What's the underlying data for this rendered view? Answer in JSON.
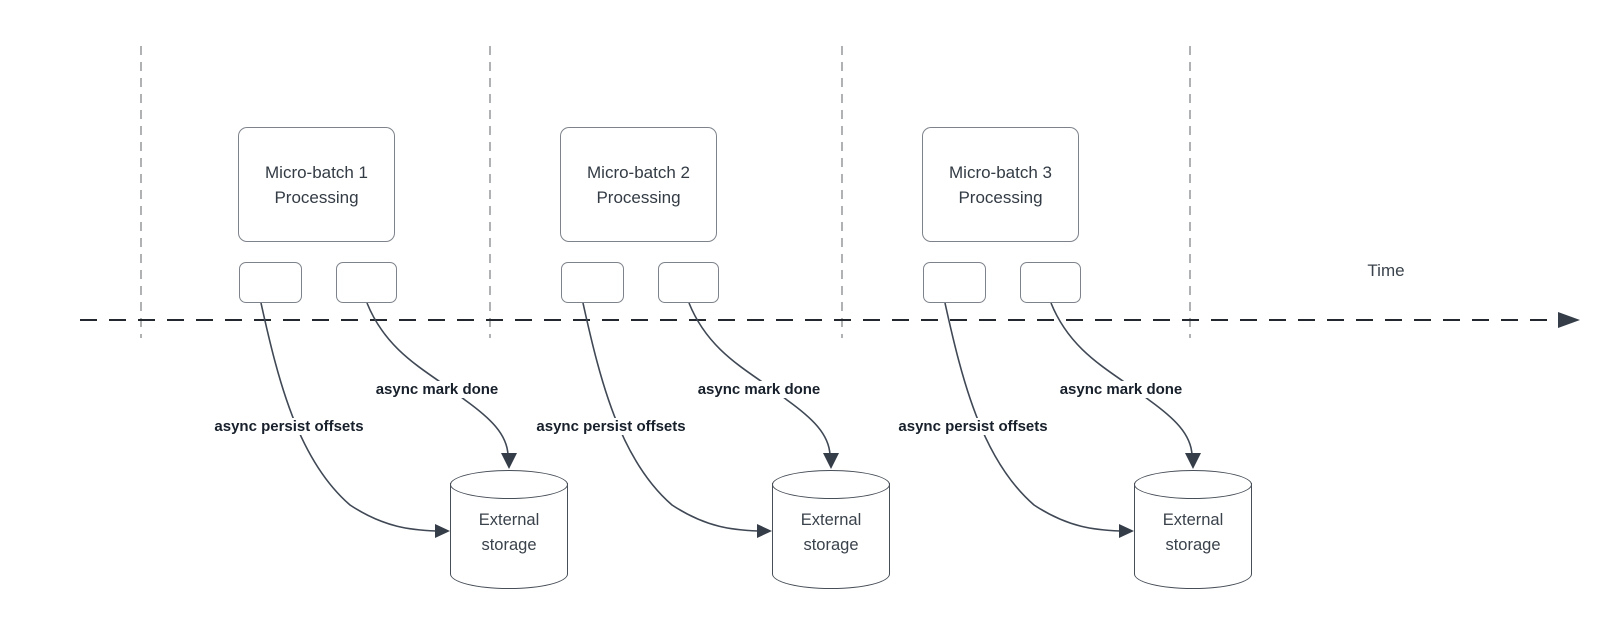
{
  "timeline": {
    "label": "Time"
  },
  "batches": [
    {
      "process_label": "Micro-batch 1 Processing",
      "persist_label": "async persist offsets",
      "done_label": "async mark done",
      "storage_label": "External storage"
    },
    {
      "process_label": "Micro-batch 2 Processing",
      "persist_label": "async persist offsets",
      "done_label": "async mark done",
      "storage_label": "External storage"
    },
    {
      "process_label": "Micro-batch 3 Processing",
      "persist_label": "async persist offsets",
      "done_label": "async mark done",
      "storage_label": "External storage"
    }
  ],
  "icons": {
    "timeline_arrowhead": "right-pointing filled triangle",
    "persist_arrowhead": "right-pointing filled triangle",
    "done_arrowhead": "down-pointing filled triangle"
  },
  "colors": {
    "background": "#ffffff",
    "connector_stroke": "#3f4854",
    "timeline_stroke": "#23272e",
    "guide_stroke": "#9c9ea0",
    "box_border": "#7e838b",
    "box_text": "#333b44",
    "label_text": "#18202b"
  }
}
